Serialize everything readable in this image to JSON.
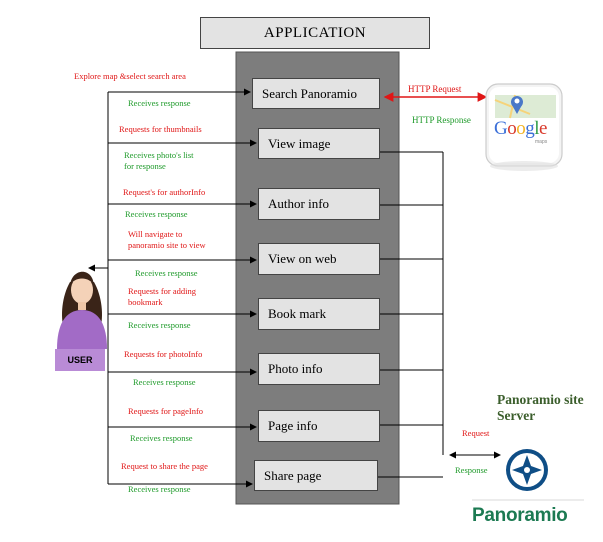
{
  "app": {
    "title": "APPLICATION"
  },
  "user": {
    "label": "USER"
  },
  "google": {
    "logo_text": "Google",
    "sub_text": "maps"
  },
  "server": {
    "title_line1": "Panoramio site",
    "title_line2": "Server",
    "logo_text": "Panoramio"
  },
  "http": {
    "request": "HTTP Request",
    "response": "HTTP Response"
  },
  "server_link": {
    "request": "Request",
    "response": "Response"
  },
  "modules": [
    {
      "label": "Search Panoramio",
      "request": "Explore map &select search area",
      "response": "Receives response"
    },
    {
      "label": "View image",
      "request": "Requests for thumbnails",
      "response_line1": "Receives photo's list",
      "response_line2": "for response"
    },
    {
      "label": "Author info",
      "request": "Request's for authorInfo",
      "response": "Receives response"
    },
    {
      "label": "View on web",
      "request_line1": "Will navigate to",
      "request_line2": "panoramio site to view",
      "response": "Receives response"
    },
    {
      "label": "Book mark",
      "request_line1": "Requests for adding",
      "request_line2": "bookmark",
      "response": "Receives response"
    },
    {
      "label": "Photo info",
      "request": "Requests for photoInfo",
      "response": "Receives response"
    },
    {
      "label": "Page info",
      "request": "Requests for pageInfo",
      "response": "Receives response"
    },
    {
      "label": "Share page",
      "request": "Request to share the page",
      "response": "Receives response"
    }
  ],
  "colors": {
    "panel": "#7d7d7d",
    "box": "#e3e3e3",
    "request_text": "#e01616",
    "response_text": "#1e9a2a",
    "user_tag": "#b98bd6",
    "http_arrow": "#e01616"
  }
}
